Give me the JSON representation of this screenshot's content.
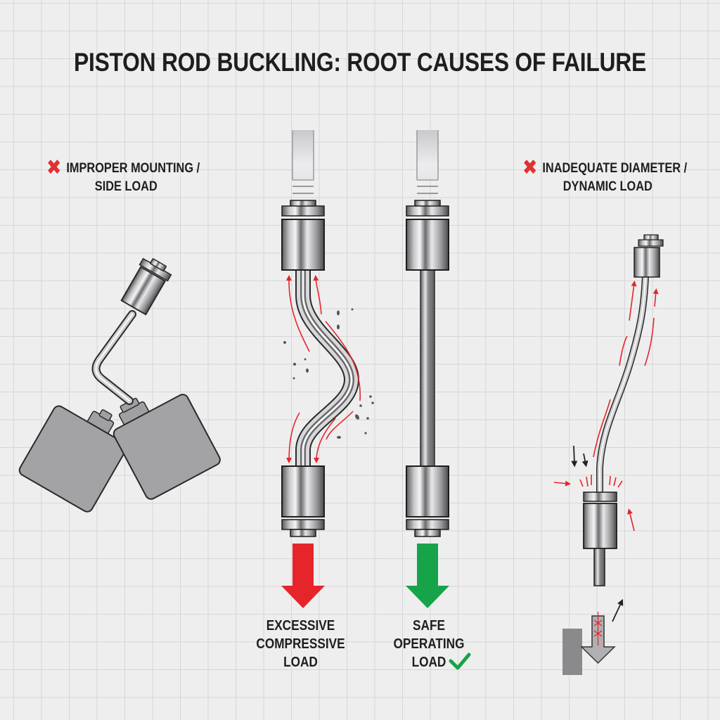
{
  "title": "PISTON ROD BUCKLING: ROOT CAUSES OF FAILURE",
  "colors": {
    "failure_red": "#e5252a",
    "safe_green": "#16a34a",
    "metal_gray": "#a6a6a8",
    "text_dark": "#1e1e1e"
  },
  "panels": [
    {
      "id": "improper-mounting",
      "status_icon": "x-mark-icon",
      "label_line1": "IMPROPER MOUNTING /",
      "label_line2": "SIDE LOAD"
    },
    {
      "id": "excessive-load",
      "arrow_icon": "red-down-arrow-icon",
      "label_line1": "EXCESSIVE",
      "label_line2": "COMPRESSIVE",
      "label_line3": "LOAD"
    },
    {
      "id": "safe-load",
      "arrow_icon": "green-down-arrow-icon",
      "status_icon": "check-mark-icon",
      "label_line1": "SAFE",
      "label_line2": "OPERATING",
      "label_line3": "LOAD"
    },
    {
      "id": "inadequate-diameter",
      "status_icon": "x-mark-icon",
      "label_line1": "INADEQUATE DIAMETER /",
      "label_line2": "DYNAMIC LOAD"
    }
  ],
  "icons": {
    "x_mark": "✖",
    "check_mark": "✔"
  }
}
